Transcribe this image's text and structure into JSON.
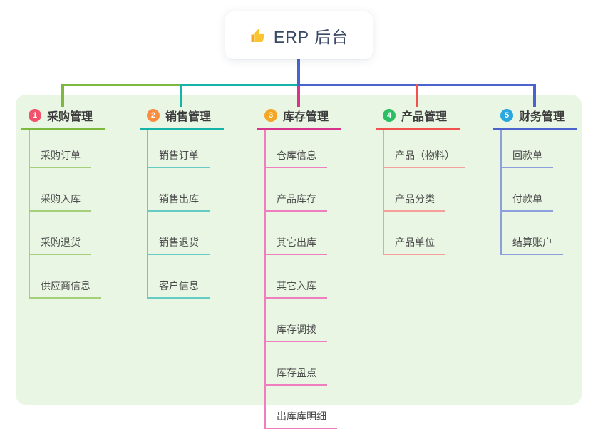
{
  "root": {
    "title": "ERP 后台",
    "icon": "thumbs-up-icon"
  },
  "colors": {
    "page_background": "#ffffff",
    "panel_background": "#eaf6e4",
    "root_text": "#3b4a64",
    "root_connector": "#4a63cf",
    "branch_label_text": "#3c3c3c",
    "child_label_text": "#4c4c4c"
  },
  "branches": [
    {
      "index": "1",
      "label": "采购管理",
      "badge_color": "#f4516c",
      "line_color": "#7cb93e",
      "child_line_color": "#a6cf7c",
      "children": [
        "采购订单",
        "采购入库",
        "采购退货",
        "供应商信息"
      ]
    },
    {
      "index": "2",
      "label": "销售管理",
      "badge_color": "#f98e41",
      "line_color": "#16b3a7",
      "child_line_color": "#66cbc2",
      "children": [
        "销售订单",
        "销售出库",
        "销售退货",
        "客户信息"
      ]
    },
    {
      "index": "3",
      "label": "库存管理",
      "badge_color": "#f5a623",
      "line_color": "#d8348e",
      "child_line_color": "#ee7ebd",
      "children": [
        "仓库信息",
        "产品库存",
        "其它出库",
        "其它入库",
        "库存调拨",
        "库存盘点",
        "出库库明细"
      ]
    },
    {
      "index": "4",
      "label": "产品管理",
      "badge_color": "#2dbd64",
      "line_color": "#f2524e",
      "child_line_color": "#f69e9a",
      "children": [
        "产品（物料）",
        "产品分类",
        "产品单位"
      ]
    },
    {
      "index": "5",
      "label": "财务管理",
      "badge_color": "#29a7de",
      "line_color": "#4a63cf",
      "child_line_color": "#8ba0dd",
      "children": [
        "回款单",
        "付款单",
        "结算账户"
      ]
    }
  ]
}
